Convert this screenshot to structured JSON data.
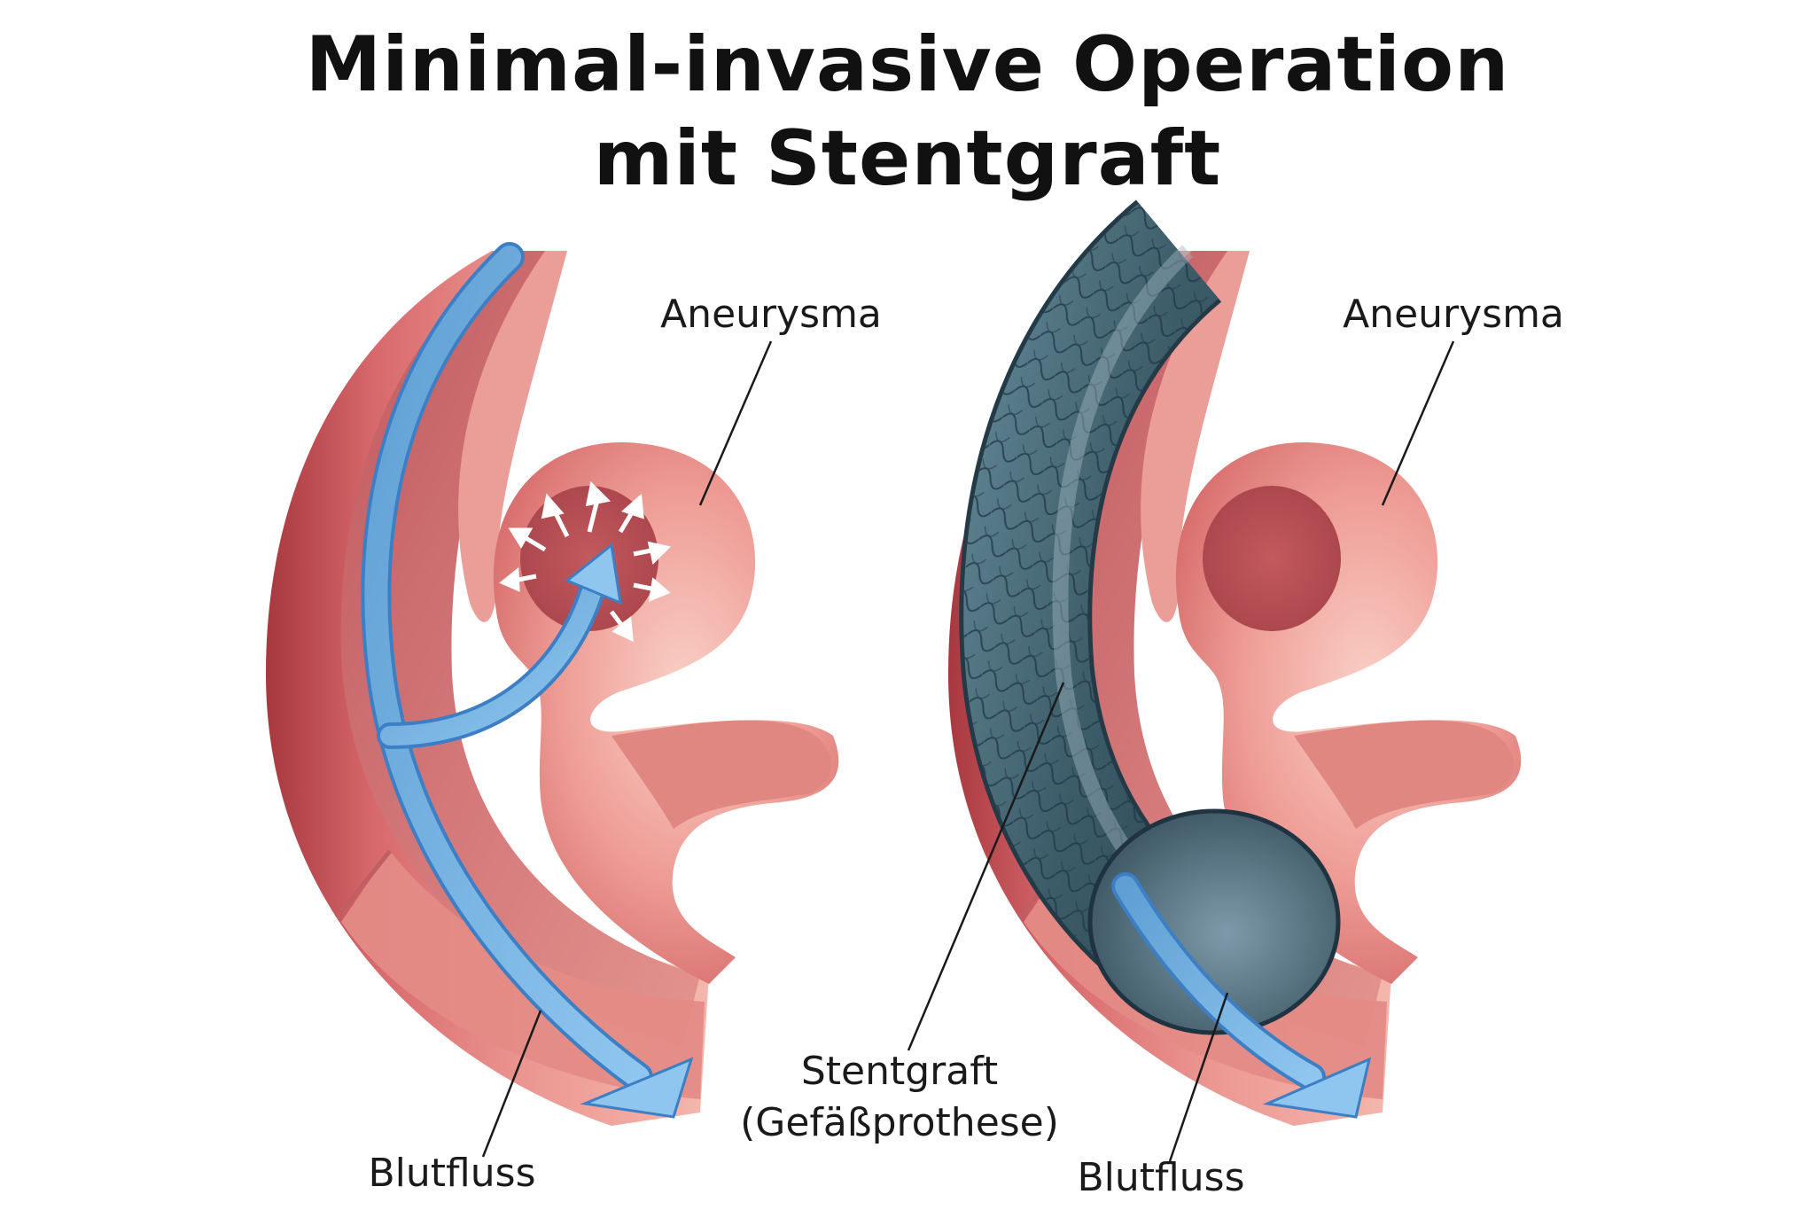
{
  "title": {
    "line1": "Minimal-invasive Operation",
    "line2": "mit Stentgraft"
  },
  "left_panel": {
    "aneurysm_label": "Aneurysma",
    "flow_label": "Blutfluss"
  },
  "right_panel": {
    "aneurysm_label": "Aneurysma",
    "stentgraft_label_line1": "Stentgraft",
    "stentgraft_label_line2": "(Gefäßprothese)",
    "flow_label": "Blutfluss"
  },
  "colors": {
    "vessel_outer": "#e58a8a",
    "vessel_dark": "#b94b50",
    "vessel_inner": "#c96366",
    "vessel_light": "#f3b1aa",
    "blood_flow": "#7fb9e6",
    "blood_flow_edge": "#3d7fc4",
    "stent": "#3f5f6c",
    "stent_light": "#6f8f9e"
  },
  "icons": [
    "pressure-arrows",
    "blood-flow-arrow",
    "leader-line"
  ]
}
